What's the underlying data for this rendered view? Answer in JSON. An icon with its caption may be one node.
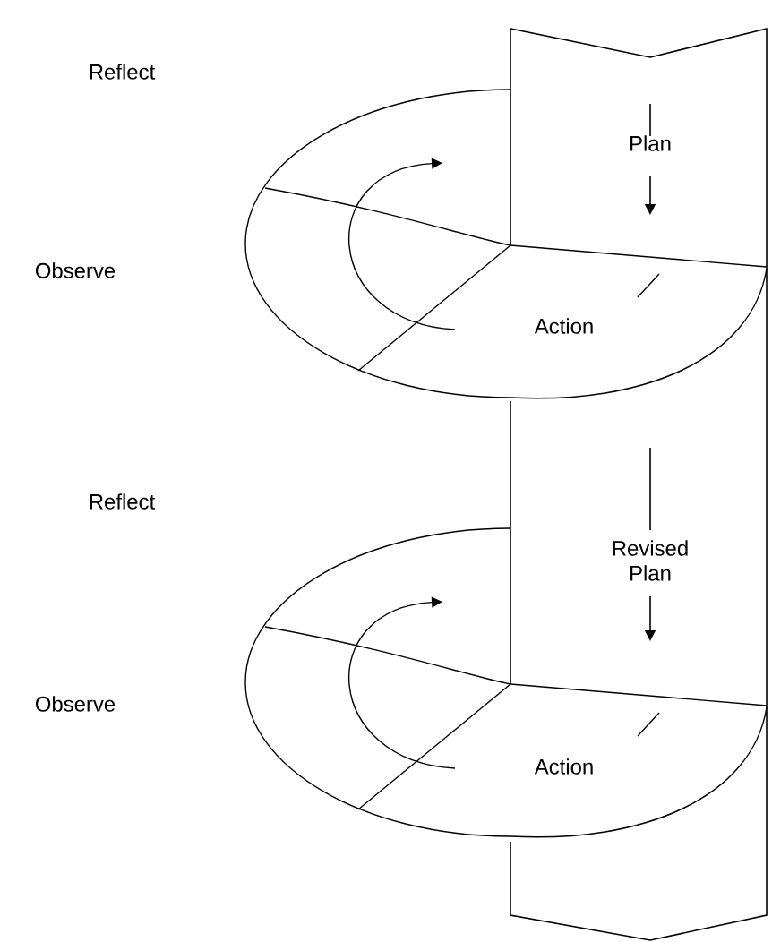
{
  "diagram": {
    "labels": [
      "Reflect",
      "Plan",
      "Observe",
      "Action",
      "Reflect",
      "Revised Plan",
      "Observe",
      "Action"
    ]
  }
}
